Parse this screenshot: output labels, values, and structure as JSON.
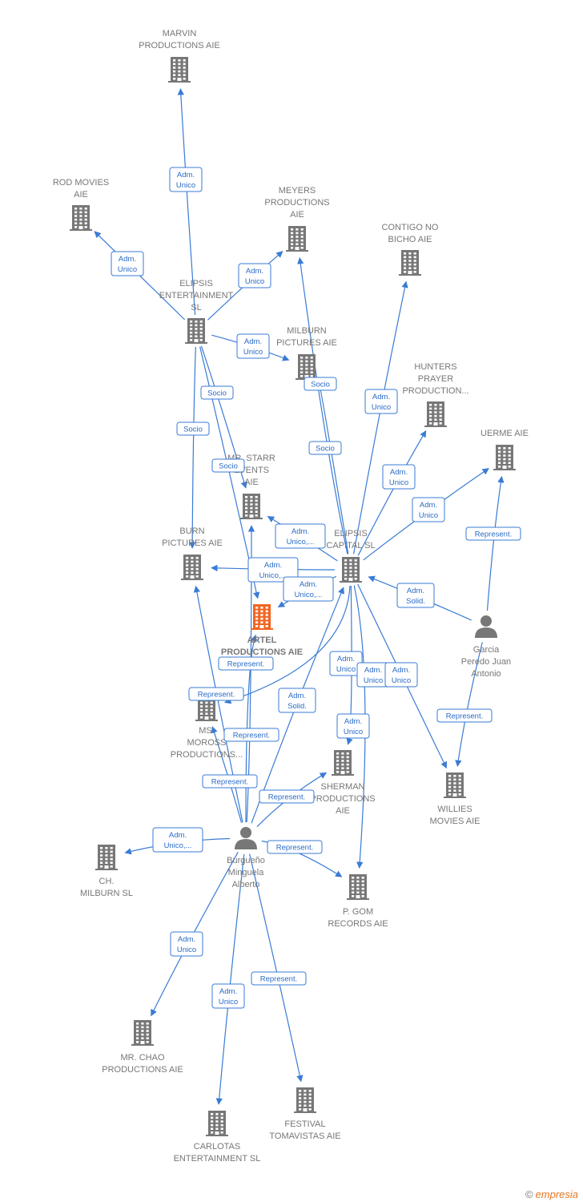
{
  "colors": {
    "edge": "#3a7bd5",
    "company": "#777777",
    "focus": "#f26522",
    "person": "#777777"
  },
  "nodes": [
    {
      "id": "marvin",
      "type": "company",
      "lines": [
        "MARVIN",
        "PRODUCTIONS AIE"
      ]
    },
    {
      "id": "rod",
      "type": "company",
      "lines": [
        "ROD MOVIES",
        "AIE"
      ]
    },
    {
      "id": "meyers",
      "type": "company",
      "lines": [
        "MEYERS",
        "PRODUCTIONS",
        "AIE"
      ]
    },
    {
      "id": "contigo",
      "type": "company",
      "lines": [
        "CONTIGO NO",
        "BICHO  AIE"
      ]
    },
    {
      "id": "elipsis_ent",
      "type": "company",
      "lines": [
        "ELIPSIS",
        "ENTERTAINMENT",
        "SL"
      ]
    },
    {
      "id": "milburn_pic",
      "type": "company",
      "lines": [
        "MILBURN",
        "PICTURES  AIE"
      ]
    },
    {
      "id": "hunters",
      "type": "company",
      "lines": [
        "HUNTERS",
        "PRAYER",
        "PRODUCTION..."
      ]
    },
    {
      "id": "uerme",
      "type": "company",
      "lines": [
        "UERME AIE"
      ]
    },
    {
      "id": "mrstarr",
      "type": "company",
      "lines": [
        "MR. STARR",
        "EVENTS",
        "AIE"
      ]
    },
    {
      "id": "burn",
      "type": "company",
      "lines": [
        "BURN",
        "PICTURES  AIE"
      ]
    },
    {
      "id": "elipsis_cap",
      "type": "company",
      "lines": [
        "ELIPSIS",
        "CAPITAL  SL"
      ]
    },
    {
      "id": "artel",
      "type": "focus",
      "lines": [
        "ARTEL",
        "PRODUCTIONS AIE"
      ]
    },
    {
      "id": "garcia",
      "type": "person",
      "lines": [
        "Garcia",
        "Peredo Juan",
        "Antonio"
      ]
    },
    {
      "id": "moross",
      "type": "company",
      "lines": [
        "MS.",
        "MOROSS",
        "PRODUCTIONS..."
      ]
    },
    {
      "id": "sherman",
      "type": "company",
      "lines": [
        "SHERMAN",
        "PRODUCTIONS",
        "AIE"
      ]
    },
    {
      "id": "willies",
      "type": "company",
      "lines": [
        "WILLIES",
        "MOVIES  AIE"
      ]
    },
    {
      "id": "burgueno",
      "type": "person",
      "lines": [
        "Burgueño",
        "Minguela",
        "Alberto"
      ]
    },
    {
      "id": "chmilburn",
      "type": "company",
      "lines": [
        "CH.",
        "MILBURN  SL"
      ]
    },
    {
      "id": "pgom",
      "type": "company",
      "lines": [
        "P.  GOM",
        "RECORDS  AIE"
      ]
    },
    {
      "id": "mrchao",
      "type": "company",
      "lines": [
        "MR.  CHAO",
        "PRODUCTIONS AIE"
      ]
    },
    {
      "id": "festival",
      "type": "company",
      "lines": [
        "FESTIVAL",
        "TOMAVISTAS AIE"
      ]
    },
    {
      "id": "carlotas",
      "type": "company",
      "lines": [
        "CARLOTAS",
        "ENTERTAINMENT SL"
      ]
    }
  ],
  "edges": [
    {
      "from": "elipsis_ent",
      "to": "marvin",
      "lines": [
        "Adm.",
        "Unico"
      ]
    },
    {
      "from": "elipsis_ent",
      "to": "rod",
      "lines": [
        "Adm.",
        "Unico"
      ]
    },
    {
      "from": "elipsis_ent",
      "to": "meyers",
      "lines": [
        "Adm.",
        "Unico"
      ]
    },
    {
      "from": "elipsis_ent",
      "to": "milburn_pic",
      "lines": [
        "Adm.",
        "Unico"
      ]
    },
    {
      "from": "elipsis_ent",
      "to": "burn",
      "lines": [
        "Socio"
      ]
    },
    {
      "from": "elipsis_ent",
      "to": "mrstarr",
      "lines": [
        "Socio"
      ]
    },
    {
      "from": "elipsis_ent",
      "to": "artel",
      "lines": [
        "Socio"
      ]
    },
    {
      "from": "elipsis_cap",
      "to": "meyers",
      "lines": [
        "Socio"
      ]
    },
    {
      "from": "elipsis_cap",
      "to": "milburn_pic",
      "lines": [
        "Socio"
      ]
    },
    {
      "from": "elipsis_cap",
      "to": "contigo",
      "lines": [
        "Adm.",
        "Unico"
      ]
    },
    {
      "from": "elipsis_cap",
      "to": "hunters",
      "lines": [
        "Adm.",
        "Unico"
      ]
    },
    {
      "from": "elipsis_cap",
      "to": "uerme",
      "lines": [
        "Adm.",
        "Unico"
      ]
    },
    {
      "from": "elipsis_cap",
      "to": "mrstarr",
      "lines": [
        "Adm.",
        "Unico,..."
      ]
    },
    {
      "from": "elipsis_cap",
      "to": "burn",
      "lines": [
        "Adm.",
        "Unico,..."
      ]
    },
    {
      "from": "elipsis_cap",
      "to": "artel",
      "lines": [
        "Adm.",
        "Unico,..."
      ]
    },
    {
      "from": "elipsis_cap",
      "to": "moross",
      "lines": [
        "Adm.",
        "Unico"
      ]
    },
    {
      "from": "elipsis_cap",
      "to": "sherman",
      "lines": [
        "Adm.",
        "Unico"
      ]
    },
    {
      "from": "elipsis_cap",
      "to": "pgom",
      "lines": [
        "Adm.",
        "Unico"
      ]
    },
    {
      "from": "elipsis_cap",
      "to": "willies",
      "lines": [
        "Adm.",
        "Unico"
      ]
    },
    {
      "from": "garcia",
      "to": "elipsis_cap",
      "lines": [
        "Adm.",
        "Solid."
      ]
    },
    {
      "from": "garcia",
      "to": "uerme",
      "lines": [
        "Represent."
      ]
    },
    {
      "from": "garcia",
      "to": "willies",
      "lines": [
        "Represent."
      ]
    },
    {
      "from": "burgueno",
      "to": "elipsis_cap",
      "lines": [
        "Adm.",
        "Solid."
      ]
    },
    {
      "from": "burgueno",
      "to": "artel",
      "lines": [
        "Represent."
      ]
    },
    {
      "from": "burgueno",
      "to": "burn",
      "lines": [
        "Represent."
      ]
    },
    {
      "from": "burgueno",
      "to": "mrstarr",
      "lines": [
        "Represent."
      ]
    },
    {
      "from": "burgueno",
      "to": "moross",
      "lines": [
        "Represent."
      ]
    },
    {
      "from": "burgueno",
      "to": "sherman",
      "lines": [
        "Represent."
      ]
    },
    {
      "from": "burgueno",
      "to": "pgom",
      "lines": [
        "Represent."
      ]
    },
    {
      "from": "burgueno",
      "to": "chmilburn",
      "lines": [
        "Adm.",
        "Unico,..."
      ]
    },
    {
      "from": "burgueno",
      "to": "mrchao",
      "lines": [
        "Adm.",
        "Unico"
      ]
    },
    {
      "from": "burgueno",
      "to": "carlotas",
      "lines": [
        "Adm.",
        "Unico"
      ]
    },
    {
      "from": "burgueno",
      "to": "festival",
      "lines": [
        "Represent."
      ]
    }
  ],
  "footer": {
    "copyright": "©",
    "brand": "empresia"
  }
}
